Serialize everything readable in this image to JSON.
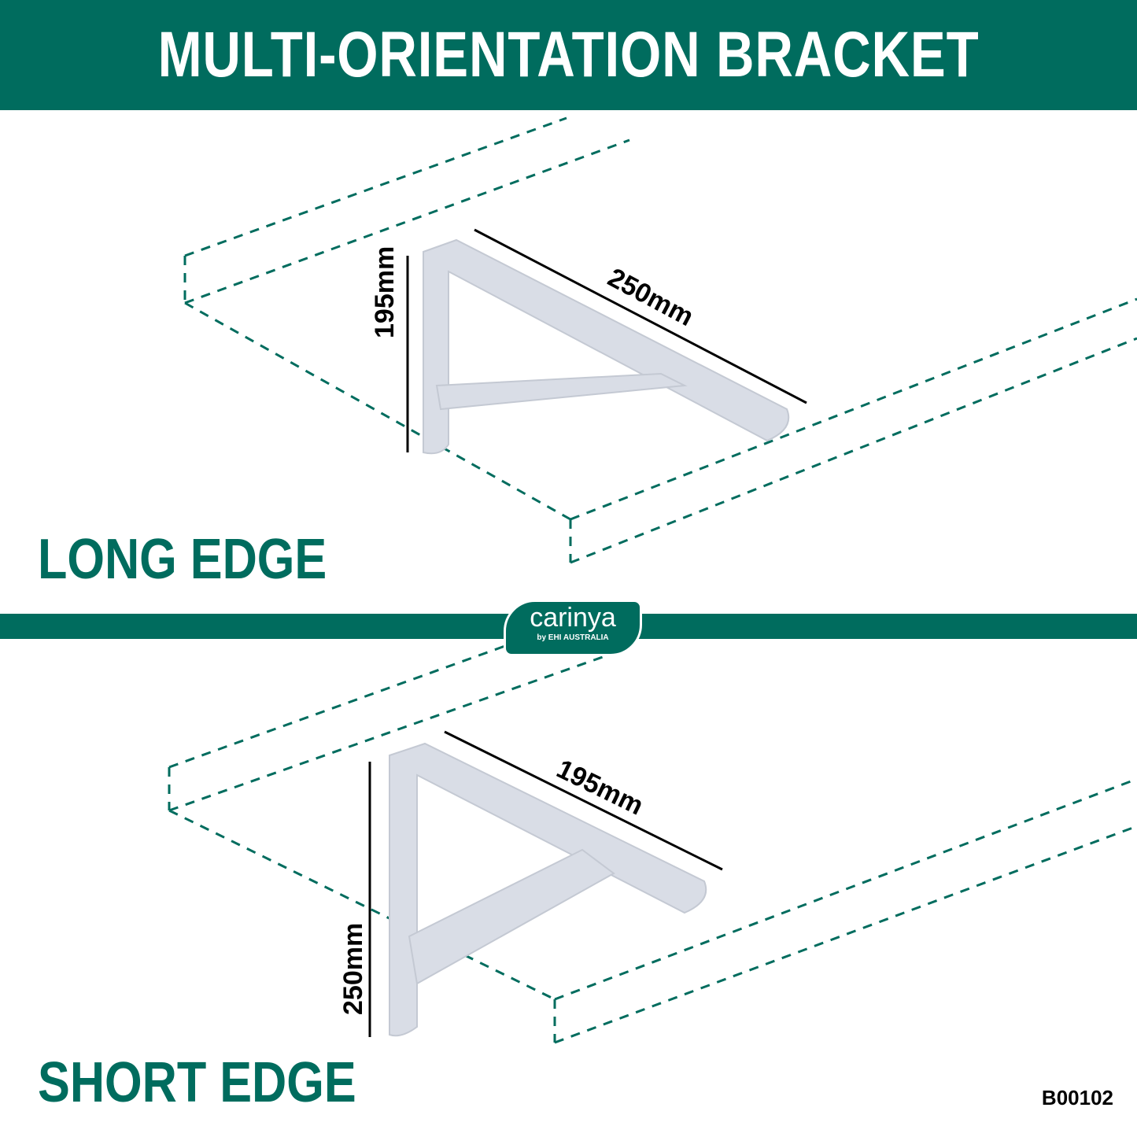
{
  "title": "MULTI-ORIENTATION BRACKET",
  "top": {
    "label": "LONG EDGE",
    "vertical": "195mm",
    "diagonal": "250mm"
  },
  "bottom": {
    "label": "SHORT EDGE",
    "vertical": "250mm",
    "diagonal": "195mm"
  },
  "logo": {
    "name": "carinya",
    "sub": "by EHI AUSTRALIA"
  },
  "code": "B00102",
  "colors": {
    "brand": "#006c5e"
  }
}
